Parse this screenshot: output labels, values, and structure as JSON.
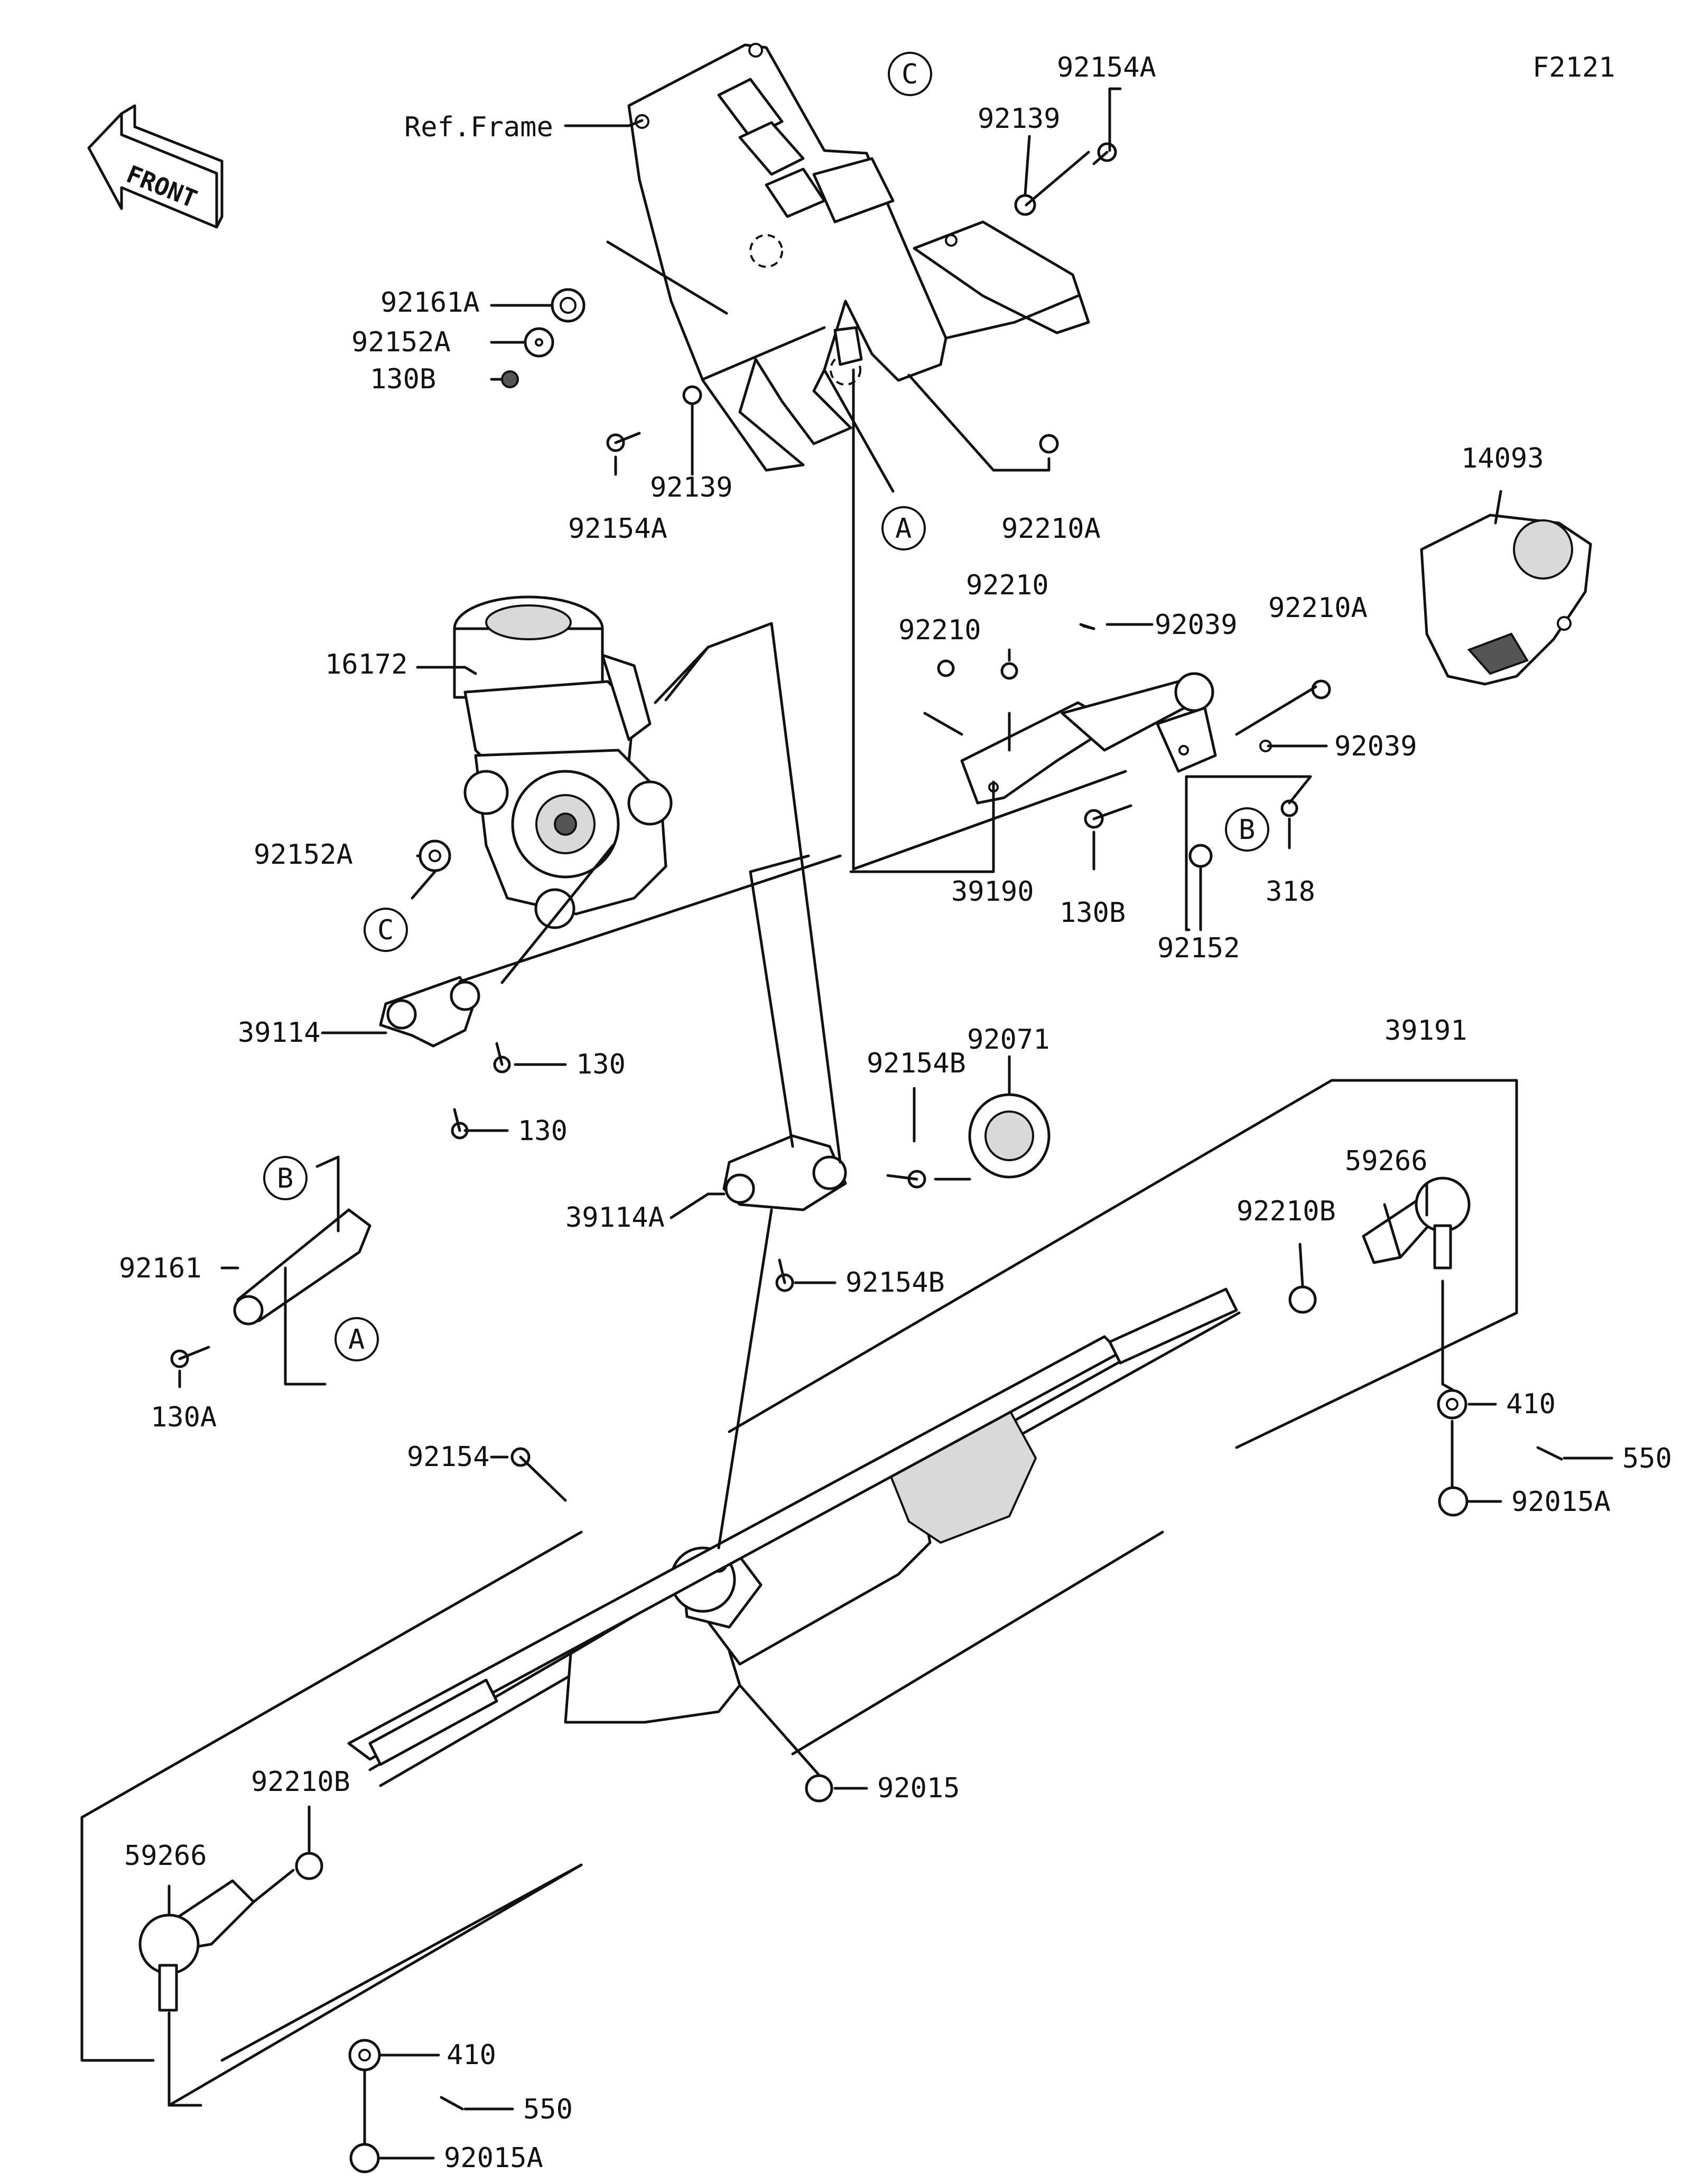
{
  "figure_code": "F2121",
  "front_badge": "FRONT",
  "callouts": {
    "ref_frame": "Ref.Frame",
    "p92154A_top": "92154A",
    "p92139_top": "92139",
    "p92161A": "92161A",
    "p92152A_top": "92152A",
    "p130B_top": "130B",
    "p92154A_mid": "92154A",
    "p92139_mid": "92139",
    "p92210A_top": "92210A",
    "p14093": "14093",
    "p16172": "16172",
    "p92210_a": "92210",
    "p92210_b": "92210",
    "p92039_top": "92039",
    "p92210A_right": "92210A",
    "p92039_right": "92039",
    "p39190": "39190",
    "p130B_mid": "130B",
    "p92152": "92152",
    "p318": "318",
    "p92152A_mid": "92152A",
    "p39114": "39114",
    "p130_a": "130",
    "p130_b": "130",
    "p92071": "92071",
    "p39191": "39191",
    "p92154B_top": "92154B",
    "p39114A": "39114A",
    "p92154B_low": "92154B",
    "p59266_right": "59266",
    "p92210B_right": "92210B",
    "p92161": "92161",
    "p130A": "130A",
    "p410_right": "410",
    "p550_right": "550",
    "p92015A_right": "92015A",
    "p92154": "92154",
    "p92015": "92015",
    "p92210B_left": "92210B",
    "p59266_left": "59266",
    "p410_left": "410",
    "p550_left": "550",
    "p92015A_left": "92015A"
  },
  "ref_markers": {
    "c_top": "C",
    "a_top": "A",
    "b_mid": "B",
    "c_mid": "C",
    "b_left": "B",
    "a_left": "A"
  },
  "icons": [
    "front-arrow-icon",
    "steering-rack-icon",
    "power-steering-unit-icon",
    "tie-rod-end-icon",
    "universal-joint-icon",
    "steering-shaft-icon",
    "cover-plate-icon",
    "seal-icon",
    "bolt-icon",
    "nut-icon",
    "washer-icon",
    "cotter-pin-icon",
    "grease-fitting-icon"
  ]
}
